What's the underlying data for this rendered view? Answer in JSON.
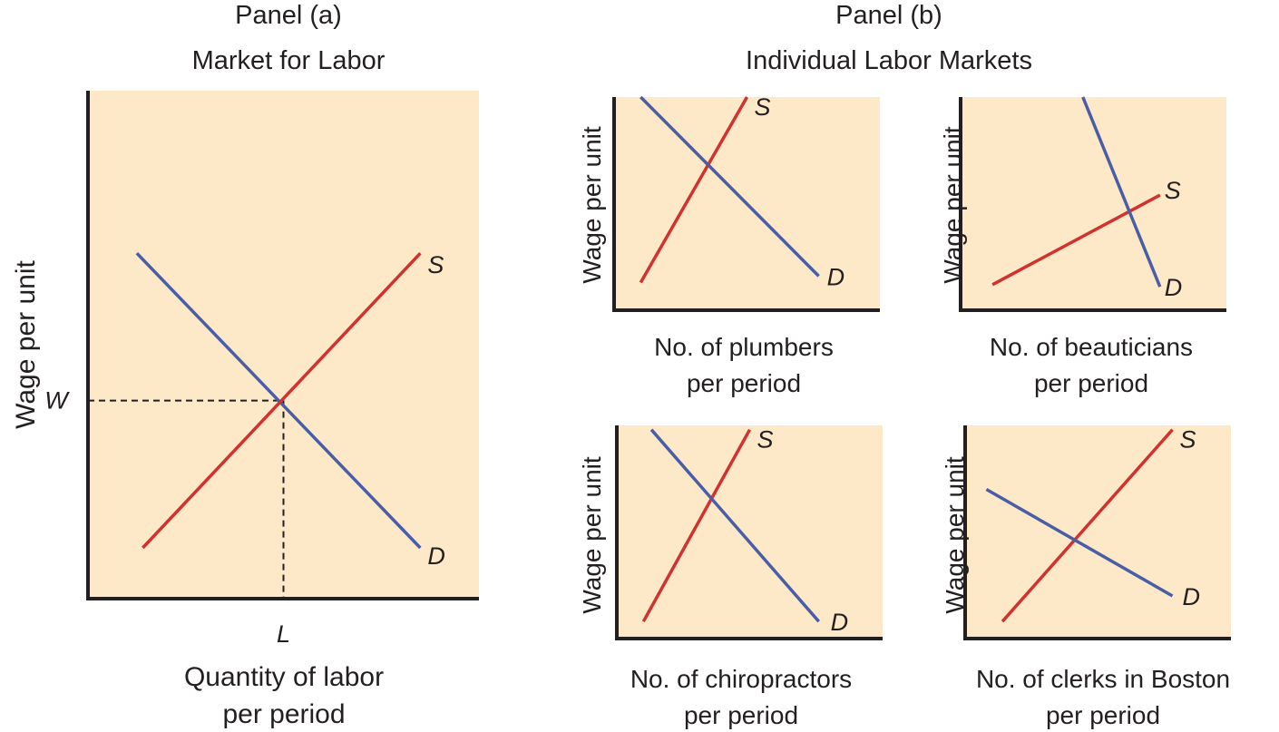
{
  "panel_a": {
    "title_line1": "Panel (a)",
    "title_line2": "Market for Labor"
  },
  "panel_b": {
    "title_line1": "Panel (b)",
    "title_line2": "Individual Labor Markets"
  },
  "colors": {
    "plot_background": "#fde9c8",
    "demand": "#4a5ea8",
    "supply": "#d2322d",
    "axis": "#231f20"
  },
  "chart_data": [
    {
      "type": "line",
      "ylabel": "Wage per unit",
      "xlabel_lines": [
        "Quantity of labor",
        "per period"
      ],
      "equilibrium": {
        "x_label": "L",
        "y_label": "W",
        "x": 50,
        "y": 39
      },
      "series": [
        {
          "name": "D",
          "points": [
            [
              12.5,
              68
            ],
            [
              85,
              10
            ]
          ]
        },
        {
          "name": "S",
          "points": [
            [
              14,
              10
            ],
            [
              85,
              68
            ]
          ]
        }
      ],
      "xlim": [
        0,
        100
      ],
      "ylim": [
        0,
        100
      ]
    },
    {
      "type": "line",
      "ylabel": "Wage per unit",
      "xlabel_lines": [
        "No. of plumbers",
        "per period"
      ],
      "series": [
        {
          "name": "S",
          "points": [
            [
              10,
              13
            ],
            [
              50,
              100
            ]
          ]
        },
        {
          "name": "D",
          "points": [
            [
              10,
              100
            ],
            [
              77,
              16
            ]
          ]
        }
      ],
      "xlim": [
        0,
        100
      ],
      "ylim": [
        0,
        100
      ]
    },
    {
      "type": "line",
      "ylabel": "Wage per unit",
      "xlabel_lines": [
        "No. of beauticians",
        "per period"
      ],
      "series": [
        {
          "name": "S",
          "points": [
            [
              12,
              12
            ],
            [
              75,
              54
            ]
          ]
        },
        {
          "name": "D",
          "points": [
            [
              46,
              100
            ],
            [
              75,
              11
            ]
          ]
        }
      ],
      "xlim": [
        0,
        100
      ],
      "ylim": [
        0,
        100
      ]
    },
    {
      "type": "line",
      "ylabel": "Wage per unit",
      "xlabel_lines": [
        "No. of chiropractors",
        "per period"
      ],
      "series": [
        {
          "name": "S",
          "points": [
            [
              10,
              8
            ],
            [
              50,
              98
            ]
          ]
        },
        {
          "name": "D",
          "points": [
            [
              13,
              98
            ],
            [
              76,
              8
            ]
          ]
        }
      ],
      "xlim": [
        0,
        100
      ],
      "ylim": [
        0,
        100
      ]
    },
    {
      "type": "line",
      "ylabel": "Wage per unit",
      "xlabel_lines": [
        "No. of clerks in Boston",
        "per period"
      ],
      "series": [
        {
          "name": "S",
          "points": [
            [
              14,
              8
            ],
            [
              78,
              98
            ]
          ]
        },
        {
          "name": "D",
          "points": [
            [
              8,
              70
            ],
            [
              78,
              20
            ]
          ]
        }
      ],
      "xlim": [
        0,
        100
      ],
      "ylim": [
        0,
        100
      ]
    }
  ]
}
